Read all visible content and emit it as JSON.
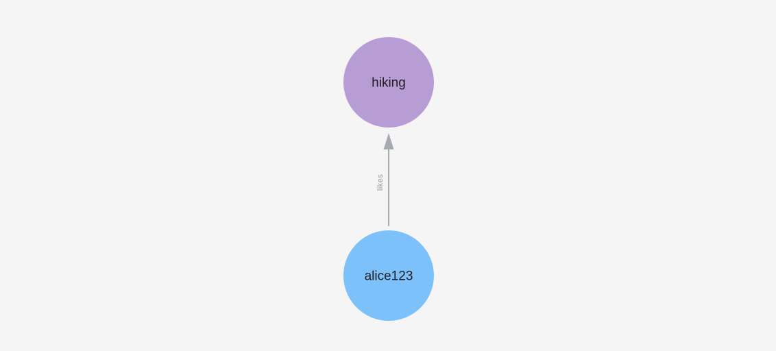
{
  "app": {
    "background_color": "#f5f5f6"
  },
  "graph": {
    "nodes": [
      {
        "id": "hiking",
        "label": "hiking",
        "color": "#b79dd3",
        "label_color": "#1c1e21"
      },
      {
        "id": "alice123",
        "label": "alice123",
        "color": "#7dc1fa",
        "label_color": "#1c1e21"
      }
    ],
    "edges": [
      {
        "from": "alice123",
        "to": "hiking",
        "label": "likes",
        "color": "#a6abb2",
        "label_color": "#8e939a"
      }
    ]
  }
}
